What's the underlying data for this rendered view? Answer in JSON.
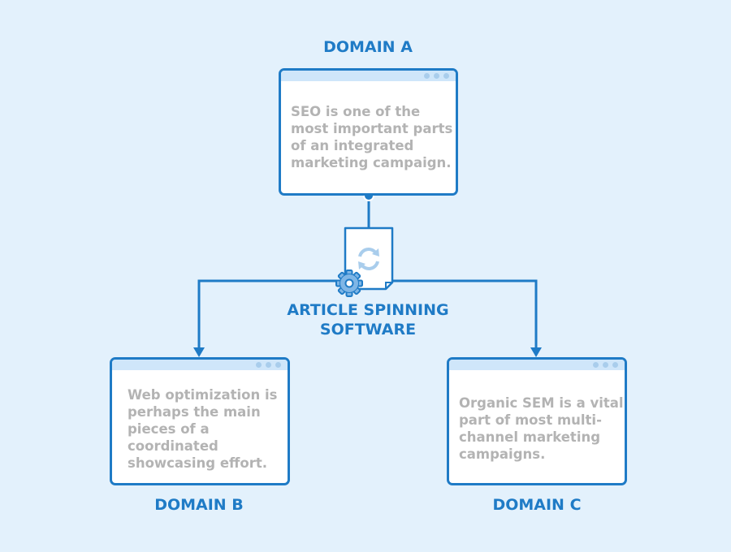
{
  "colors": {
    "accent": "#1f7bc6",
    "background": "#e3f1fc",
    "titlebar": "#cfe6fa",
    "text": "#b3b3b3"
  },
  "domain_a": {
    "label": "DOMAIN A",
    "text": "SEO is one of the most important parts of an integrated marketing campaign."
  },
  "center": {
    "label_line1": "ARTICLE SPINNING",
    "label_line2": "SOFTWARE",
    "icons": [
      "document-icon",
      "refresh-icon",
      "gear-icon"
    ]
  },
  "domain_b": {
    "label": "DOMAIN B",
    "text": "Web optimization is perhaps the main pieces of a coordinated showcasing effort."
  },
  "domain_c": {
    "label": "DOMAIN C",
    "text": "Organic SEM is a vital part of most multi-channel marketing campaigns."
  }
}
